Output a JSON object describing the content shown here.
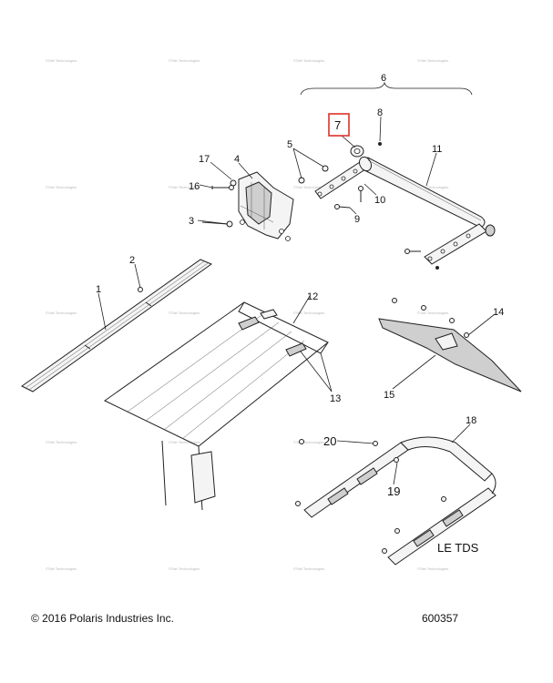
{
  "callouts": [
    {
      "id": "c1",
      "text": "1"
    },
    {
      "id": "c2",
      "text": "2"
    },
    {
      "id": "c3",
      "text": "3"
    },
    {
      "id": "c4",
      "text": "4"
    },
    {
      "id": "c5",
      "text": "5"
    },
    {
      "id": "c6",
      "text": "6"
    },
    {
      "id": "c7",
      "text": "7"
    },
    {
      "id": "c8",
      "text": "8"
    },
    {
      "id": "c9",
      "text": "9"
    },
    {
      "id": "c10",
      "text": "10"
    },
    {
      "id": "c11",
      "text": "11"
    },
    {
      "id": "c12",
      "text": "12"
    },
    {
      "id": "c13",
      "text": "13"
    },
    {
      "id": "c14",
      "text": "14"
    },
    {
      "id": "c15",
      "text": "15"
    },
    {
      "id": "c16",
      "text": "16"
    },
    {
      "id": "c17",
      "text": "17"
    },
    {
      "id": "c18",
      "text": "18"
    },
    {
      "id": "c19",
      "text": "19"
    },
    {
      "id": "c20",
      "text": "20"
    }
  ],
  "highlight": {
    "callout": "7",
    "color": "#e0302a"
  },
  "variant_label": "LE TDS",
  "copyright": "© 2016 Polaris Industries Inc.",
  "diagram_number": "600357",
  "watermark": "©Stel Technologies"
}
